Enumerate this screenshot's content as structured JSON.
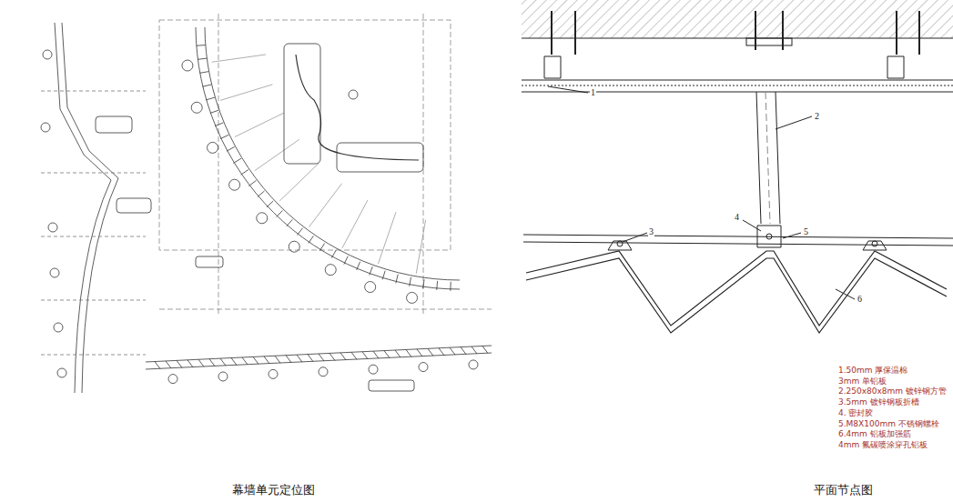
{
  "diagram": {
    "labels": [
      "1",
      "2",
      "3",
      "4",
      "5",
      "6",
      "1.50mm 厚保温棉",
      "3mm 单铝板",
      "2.250x80x8mm 镀锌钢方管",
      "3.5mm 镀锌钢板折槽",
      "4. 密封胶",
      "5.M8X100mm 不锈钢螺栓",
      "6.4mm 铝板加强筋",
      "4mm 氟碳喷涂穿孔铝板",
      "幕墙单元定位图",
      "平面节点图"
    ]
  }
}
